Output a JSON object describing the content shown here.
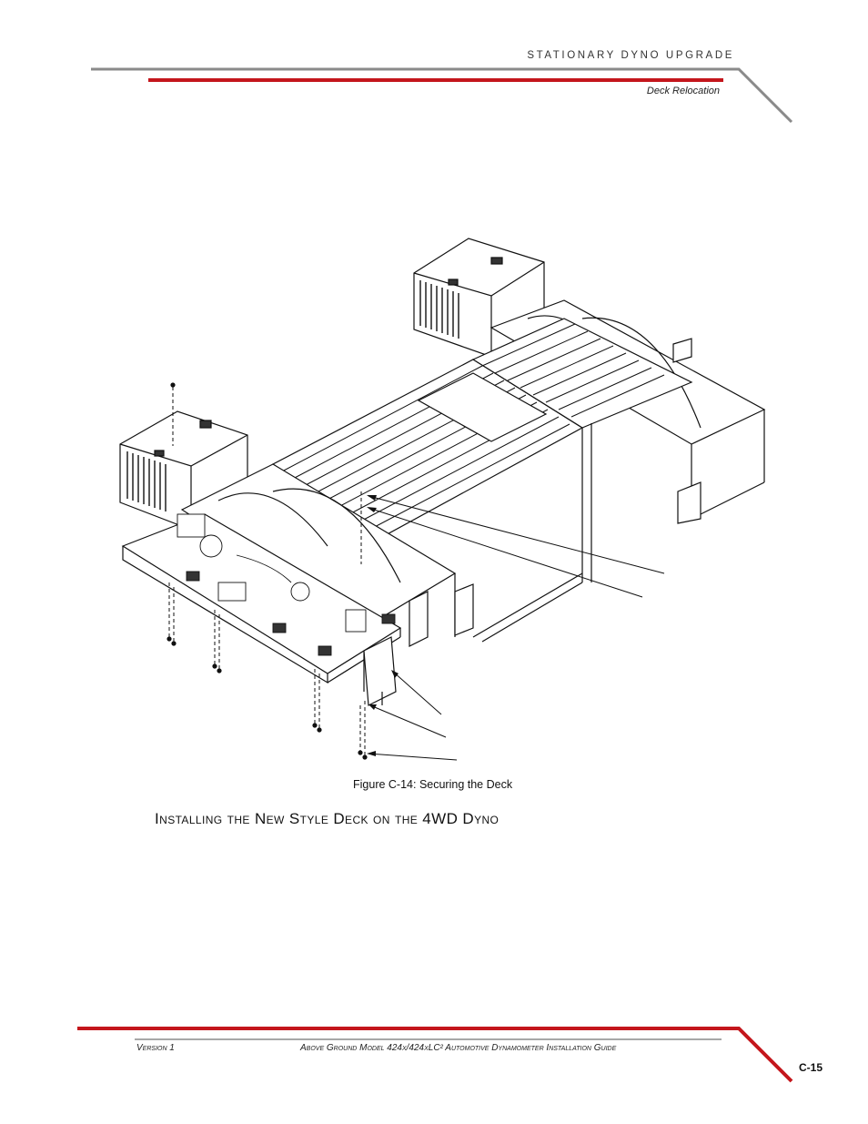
{
  "header": {
    "title": "STATIONARY DYNO UPGRADE",
    "subtitle": "Deck Relocation"
  },
  "figure": {
    "caption": "Figure C-14: Securing the Deck"
  },
  "section": {
    "heading": "Installing the New Style Deck on the 4WD Dyno"
  },
  "footer": {
    "version": "Version 1",
    "guide_title": "Above Ground Model 424x/424xLC² Automotive Dynamometer Installation Guide",
    "page_number": "C-15"
  },
  "colors": {
    "accent_red": "#c4161c",
    "rule_gray": "#888888"
  }
}
